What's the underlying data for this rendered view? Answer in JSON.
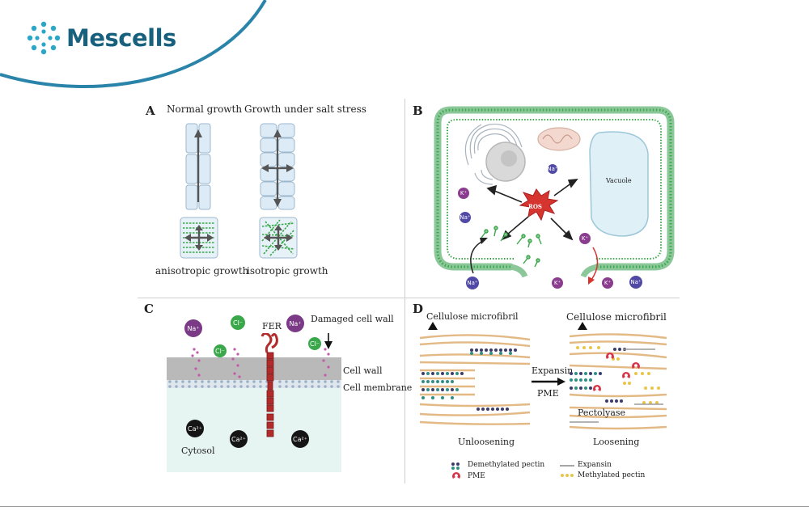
{
  "brand": {
    "name": "Mescells",
    "color": "#17607e",
    "accent": "#2ba6c6",
    "icon": "dot-ring-logo-icon"
  },
  "panel_a": {
    "letter": "A",
    "normal_growth": "Normal growth",
    "salt_growth": "Growth under salt stress",
    "anisotropic": "anisotropic growth",
    "isotropic": "isotropic growth"
  },
  "panel_b": {
    "letter": "B",
    "ros": "ROS",
    "vacuole": "Vacuole",
    "ions": [
      "K⁺",
      "Na⁺",
      "Na⁺",
      "K⁺",
      "Na⁺",
      "K⁺",
      "K⁺",
      "Na⁺"
    ]
  },
  "panel_c": {
    "letter": "C",
    "fer": "FER",
    "damaged_cell_wall": "Damaged cell wall",
    "cell_wall": "Cell wall",
    "cell_membrane": "Cell membrane",
    "cytosol": "Cytosol",
    "na": "Na⁺",
    "cl": "Cl⁻",
    "ca": "Ca²⁺"
  },
  "panel_d": {
    "letter": "D",
    "cellulose_left": "Cellulose microfibril",
    "cellulose_right": "Cellulose microfibril",
    "expansin": "Expansin",
    "pme": "PME",
    "pectolyase": "Pectolyase",
    "unloosening": "Unloosening",
    "loosening": "Loosening",
    "legend": {
      "demethylated": "Demethylated pectin",
      "pme": "PME",
      "expansin": "Expansin",
      "methylated": "Methylated pectin"
    }
  },
  "colors": {
    "green": "#3aa84a",
    "purple": "#8a3c8e",
    "dark_red": "#9e2626",
    "wall_gray": "#b9b9b9",
    "cytosol": "#e6f4f2",
    "pectin_teal": "#2e8f86",
    "pectin_navy": "#3b3a6b",
    "methyl_yellow": "#e8c64a",
    "pme_red": "#d8344a",
    "fiber_tan": "#e3b985"
  }
}
